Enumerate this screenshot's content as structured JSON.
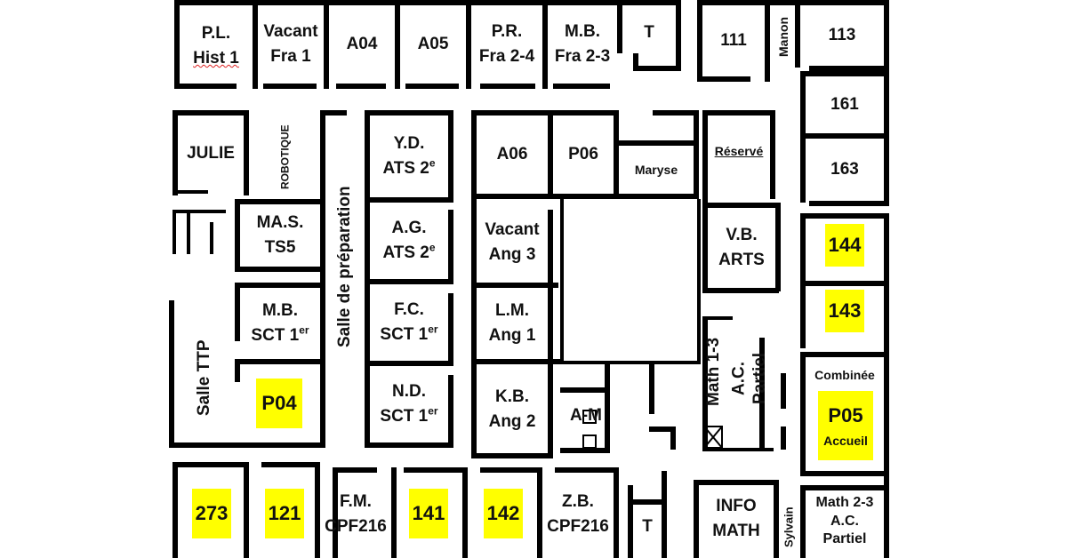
{
  "floorplan": {
    "rooms_top_left": {
      "pl": [
        "P.L.",
        "Hist 1"
      ],
      "vacant_fra": [
        "Vacant",
        "Fra 1"
      ],
      "a04": "A04",
      "a05": "A05",
      "pr": [
        "P.R.",
        "Fra 2-4"
      ],
      "mb_fra": [
        "M.B.",
        "Fra 2-3"
      ],
      "t_top": "T"
    },
    "rooms_top_right": {
      "r111": "111",
      "manon": "Manon",
      "r113": "113",
      "r161": "161",
      "r163": "163"
    },
    "rooms_left_wing": {
      "julie": "JULIE",
      "robotique": "ROBOTIQUE",
      "mas": [
        "MA.S.",
        "TS5"
      ],
      "mb_sct": [
        "M.B.",
        "SCT 1",
        "er"
      ],
      "salle_ttp": "Salle TTP",
      "p04": "P04",
      "salle_prep": "Salle de préparation"
    },
    "rooms_middle": {
      "yd": [
        "Y.D.",
        "ATS 2",
        "e"
      ],
      "ag": [
        "A.G.",
        "ATS 2",
        "e"
      ],
      "fc": [
        "F.C.",
        "SCT 1",
        "er"
      ],
      "nd": [
        "N.D.",
        "SCT 1",
        "er"
      ],
      "a06": "A06",
      "p06": "P06",
      "maryse": "Maryse",
      "vacant_ang": [
        "Vacant",
        "Ang 3"
      ],
      "lm": [
        "L.M.",
        "Ang 1"
      ],
      "kb": [
        "K.B.",
        "Ang 2"
      ],
      "am": "A-M"
    },
    "rooms_right": {
      "reserve": "Réservé",
      "vb": [
        "V.B.",
        "ARTS"
      ],
      "math13": "Math 1-3",
      "ac_partiel_1": [
        "A.C.",
        "Partiel"
      ],
      "r144": "144",
      "r143": "143",
      "combinee": "Combinée",
      "p05": "P05",
      "accueil": "Accueil"
    },
    "rooms_bottom": {
      "r273": "273",
      "r121": "121",
      "fm": [
        "F.M.",
        "CPF216"
      ],
      "r141": "141",
      "r142": "142",
      "zb": [
        "Z.B.",
        "CPF216"
      ],
      "t_bottom": "T",
      "info": [
        "INFO",
        "MATH"
      ],
      "sylvain": "Sylvain",
      "math23": [
        "Math 2-3",
        "A.C.",
        "Partiel"
      ]
    },
    "colors": {
      "highlight": "#ffff00",
      "wall": "#000000",
      "background": "#ffffff"
    }
  }
}
